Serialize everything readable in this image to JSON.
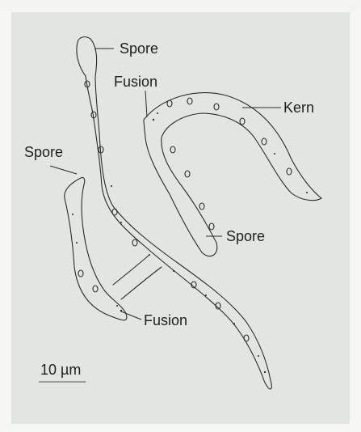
{
  "labels": {
    "spore_top": "Spore",
    "fusion_top": "Fusion",
    "kern": "Kern",
    "spore_left": "Spore",
    "spore_right": "Spore",
    "fusion_bottom": "Fusion"
  },
  "scale_bar": {
    "label": "10 µm"
  },
  "colors": {
    "panel_background": "#e2e6e3",
    "outline": "#2a2a2a"
  }
}
